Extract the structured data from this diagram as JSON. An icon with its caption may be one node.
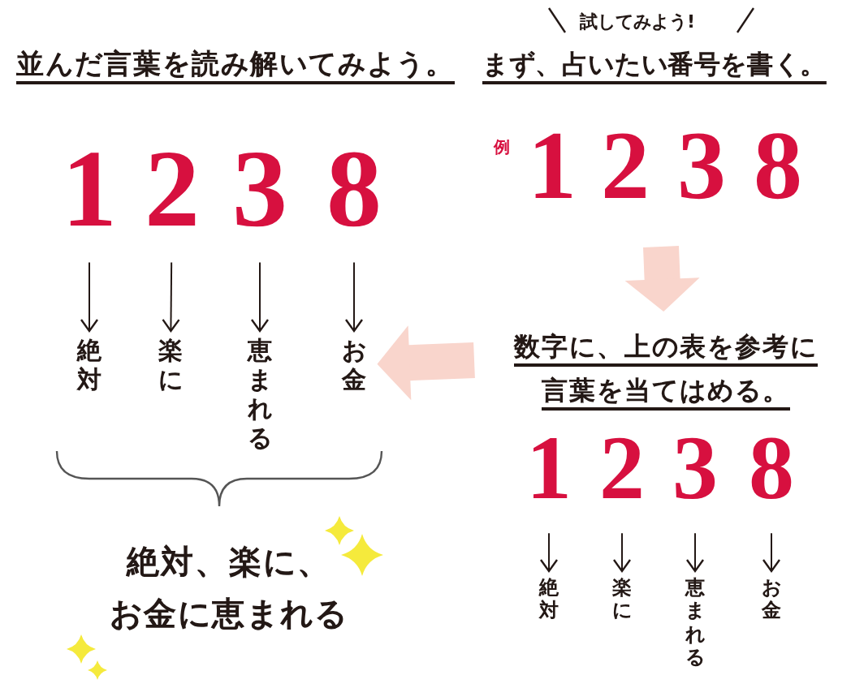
{
  "diagram": {
    "nodes": [
      {
        "text": [
          "並んだ言葉を読み解いてみよう。"
        ]
      },
      {
        "text": [
          "1"
        ]
      },
      {
        "text": [
          "2"
        ]
      },
      {
        "text": [
          "3"
        ]
      },
      {
        "text": [
          "8"
        ]
      },
      {
        "text": [
          "絶対"
        ]
      },
      {
        "text": [
          "楽に"
        ]
      },
      {
        "text": [
          "恵まれる"
        ]
      },
      {
        "text": [
          "お金"
        ]
      },
      {
        "text": [
          "絶対、楽に、お金に恵まれる"
        ]
      },
      {
        "text": [
          "まず、占いたい番号を書く。"
        ]
      },
      {
        "text": [
          "1"
        ]
      },
      {
        "text": [
          "2"
        ]
      },
      {
        "text": [
          "3"
        ]
      },
      {
        "text": [
          "8"
        ]
      },
      {
        "text": [
          "数字に、上の表を参考に言葉を当てはめる。"
        ]
      },
      {
        "text": [
          "1"
        ]
      },
      {
        "text": [
          "2"
        ]
      },
      {
        "text": [
          "3"
        ]
      },
      {
        "text": [
          "8"
        ]
      },
      {
        "text": [
          "絶対"
        ]
      },
      {
        "text": [
          "楽に"
        ]
      },
      {
        "text": [
          "恵まれる"
        ]
      },
      {
        "text": [
          "お金"
        ]
      }
    ],
    "edges": [
      {
        "from": 1,
        "to": 5,
        "arrow": "to"
      },
      {
        "from": 2,
        "to": 6,
        "arrow": "to"
      },
      {
        "from": 3,
        "to": 7,
        "arrow": "to"
      },
      {
        "from": 4,
        "to": 8,
        "arrow": "to"
      },
      {
        "from": null,
        "to": 15,
        "arrow": "to",
        "style": "thick",
        "color": "#f9d5cc"
      },
      {
        "from": null,
        "to": 8,
        "arrow": "to",
        "style": "thick",
        "color": "#f9d5cc"
      },
      {
        "from": 16,
        "to": 20,
        "arrow": "to"
      },
      {
        "from": 17,
        "to": 21,
        "arrow": "to"
      },
      {
        "from": 18,
        "to": 22,
        "arrow": "to"
      },
      {
        "from": 19,
        "to": 23,
        "arrow": "to"
      }
    ],
    "labels": [
      "試してみよう!",
      "例"
    ]
  }
}
